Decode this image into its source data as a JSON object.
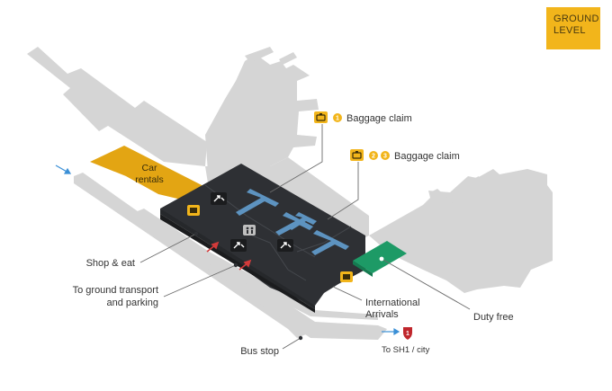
{
  "level": {
    "line1": "GROUND",
    "line2": "LEVEL"
  },
  "areas": {
    "car_rentals_line1": "Car",
    "car_rentals_line2": "rentals"
  },
  "labels": {
    "baggage_claim_1": {
      "number": "1",
      "text": "Baggage claim"
    },
    "baggage_claim_2": {
      "numbers": [
        "2",
        "3"
      ],
      "text": "Baggage claim"
    },
    "shop_eat": "Shop & eat",
    "ground_transport_line1": "To ground transport",
    "ground_transport_line2": "and parking",
    "international_line1": "International",
    "international_line2": "Arrivals",
    "duty_free": "Duty free",
    "bus_stop": "Bus stop",
    "sh1": "To SH1 / city",
    "route_number": "1"
  },
  "icons": [
    "baggage-claim-icon",
    "customs-officer-icon",
    "restroom-icon",
    "info-icon",
    "exit-arrow-icon",
    "highway-shield-icon",
    "direction-arrow-icon"
  ],
  "colors": {
    "ground": "#d5d5d5",
    "terminal": "#2e3034",
    "car_rentals": "#e3a513",
    "baggage_belts": "#5d93c0",
    "duty_free": "#1d9a66",
    "accent_yellow": "#f2b51b",
    "exit_arrow": "#d33a3a",
    "highway_shield": "#c0262c"
  }
}
